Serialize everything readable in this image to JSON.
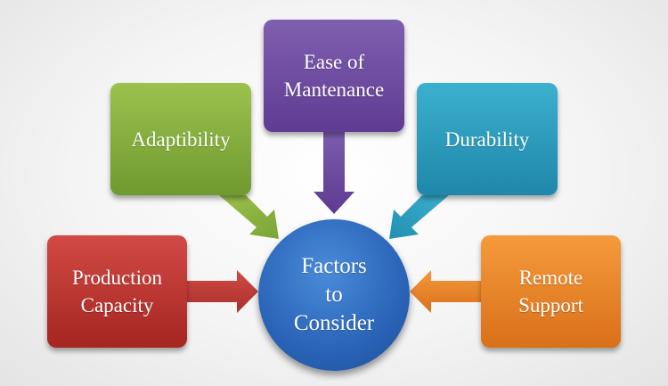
{
  "diagram": {
    "center": {
      "label": "Factors\nto\nConsider",
      "color": "#2a64b8"
    },
    "factors": [
      {
        "label": "Ease of\nMantenance",
        "color": "#6a48a0"
      },
      {
        "label": "Adaptibility",
        "color": "#86ad3e"
      },
      {
        "label": "Durability",
        "color": "#2c9cbf"
      },
      {
        "label": "Production\nCapacity",
        "color": "#bf3631"
      },
      {
        "label": "Remote\nSupport",
        "color": "#ea8127"
      }
    ]
  }
}
